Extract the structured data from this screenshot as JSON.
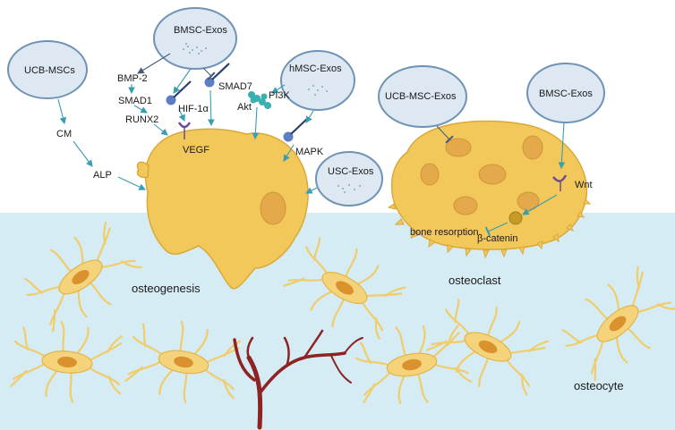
{
  "cells": {
    "ucb_mscs": "UCB-MSCs",
    "bmsc_exos_top": "BMSC-Exos",
    "hmsc_exos": "hMSC-Exos",
    "usc_exos": "USC-Exos",
    "ucb_msc_exos": "UCB-MSC-Exos",
    "bmsc_exos_right": "BMSC-Exos"
  },
  "molecules": {
    "cm": "CM",
    "alp": "ALP",
    "bmp2": "BMP-2",
    "smad1": "SMAD1",
    "runx2": "RUNX2",
    "hif1a": "HIF-1α",
    "smad7": "SMAD7",
    "vegf": "VEGF",
    "akt": "Akt",
    "pi3k": "PI3K",
    "mapk": "MAPK",
    "wnt": "Wnt",
    "bone_resorption": "bone resorption",
    "beta_catenin": "β-catenin"
  },
  "regions": {
    "osteogenesis": "osteogenesis",
    "osteoclast": "osteoclast",
    "osteocyte": "osteocyte"
  },
  "colors": {
    "bone_matrix": "#d6ecf5",
    "cell_fill": "#f2c85a",
    "exosome_fill": "#dde8f3",
    "arrow": "#3a9db0",
    "vessel": "#8e2323"
  }
}
